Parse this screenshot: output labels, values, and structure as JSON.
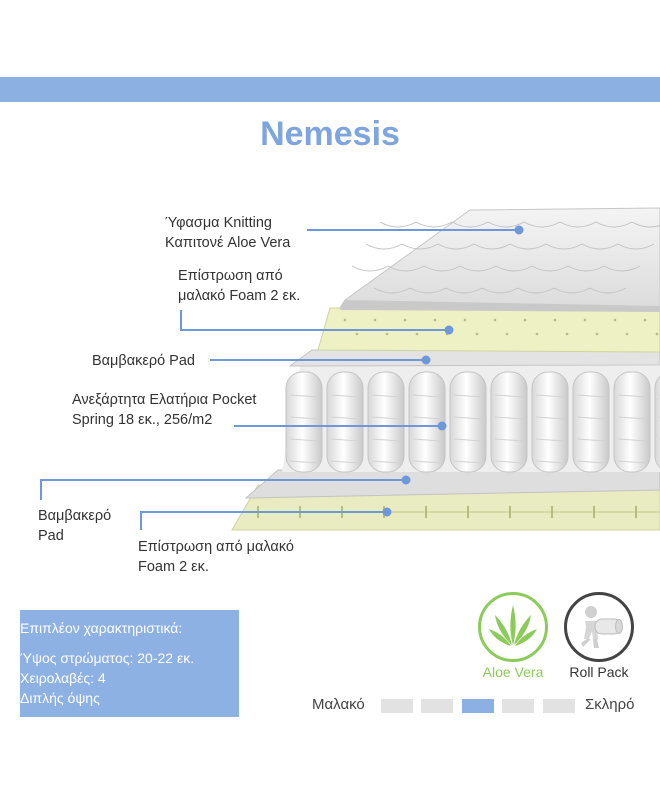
{
  "title": "Nemesis",
  "layers": [
    {
      "id": "knitting",
      "label": "Ύφασμα Knitting\nΚαπιτονέ Aloe Vera"
    },
    {
      "id": "foam-top",
      "label": "Επίστρωση από\nμαλακό Foam 2 εκ."
    },
    {
      "id": "pad-top",
      "label": "Βαμβακερό Pad"
    },
    {
      "id": "springs",
      "label": "Ανεξάρτητα Ελατήρια Pocket\nSpring 18 εκ., 256/m2"
    },
    {
      "id": "pad-bottom",
      "label": "Βαμβακερό\nPad"
    },
    {
      "id": "foam-bottom",
      "label": "Επίστρωση από μαλακό\nFoam 2 εκ."
    }
  ],
  "features": {
    "heading": "Επιπλέον χαρακτηριστικά:",
    "lines": [
      "Ύψος στρώματος: 20-22 εκ.",
      "Χειρολαβές: 4",
      "Διπλής όψης"
    ]
  },
  "badges": {
    "aloe": {
      "label": "Aloe Vera",
      "icon": "aloe-leaf-icon",
      "color": "#8ccb5a"
    },
    "roll": {
      "label": "Roll Pack",
      "icon": "person-carrying-roll-icon",
      "color": "#444444"
    }
  },
  "firmness": {
    "soft_label": "Μαλακό",
    "hard_label": "Σκληρό",
    "levels": 5,
    "selected_level": 3,
    "selected_color": "#8db0e3",
    "unselected_color": "#e2e2e2"
  },
  "colors": {
    "accent": "#8db0e3",
    "foam": "#eef1c4",
    "pointer": "#6f98da"
  }
}
